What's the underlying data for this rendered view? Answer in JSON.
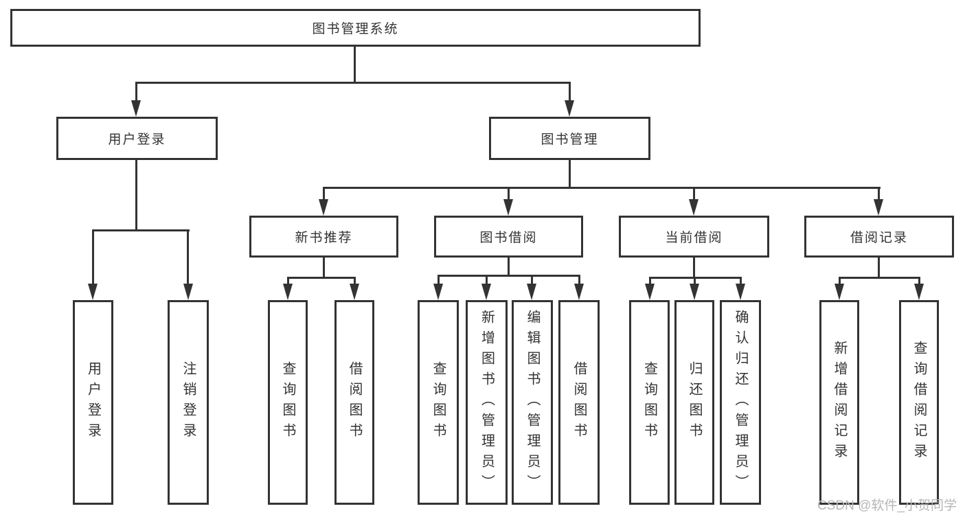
{
  "diagram": {
    "title": "图书管理系统",
    "root": {
      "label": "图书管理系统"
    },
    "branches": [
      {
        "label": "用户登录",
        "children": [
          {
            "label": "用户登录"
          },
          {
            "label": "注销登录"
          }
        ]
      },
      {
        "label": "图书管理",
        "children": [
          {
            "label": "新书推荐",
            "children": [
              {
                "label": "查询图书"
              },
              {
                "label": "借阅图书"
              }
            ]
          },
          {
            "label": "图书借阅",
            "children": [
              {
                "label": "查询图书"
              },
              {
                "label": "新增图书（管理员）"
              },
              {
                "label": "编辑图书（管理员）"
              },
              {
                "label": "借阅图书"
              }
            ]
          },
          {
            "label": "当前借阅",
            "children": [
              {
                "label": "查询图书"
              },
              {
                "label": "归还图书"
              },
              {
                "label": "确认归还（管理员）"
              }
            ]
          },
          {
            "label": "借阅记录",
            "children": [
              {
                "label": "新增借阅记录"
              },
              {
                "label": "查询借阅记录"
              }
            ]
          }
        ]
      }
    ]
  },
  "watermark": {
    "text": "CSDN @软件_小贺同学",
    "color": "#b6b6b6"
  },
  "colors": {
    "line": "#333333",
    "text": "#333333",
    "background": "#ffffff"
  }
}
